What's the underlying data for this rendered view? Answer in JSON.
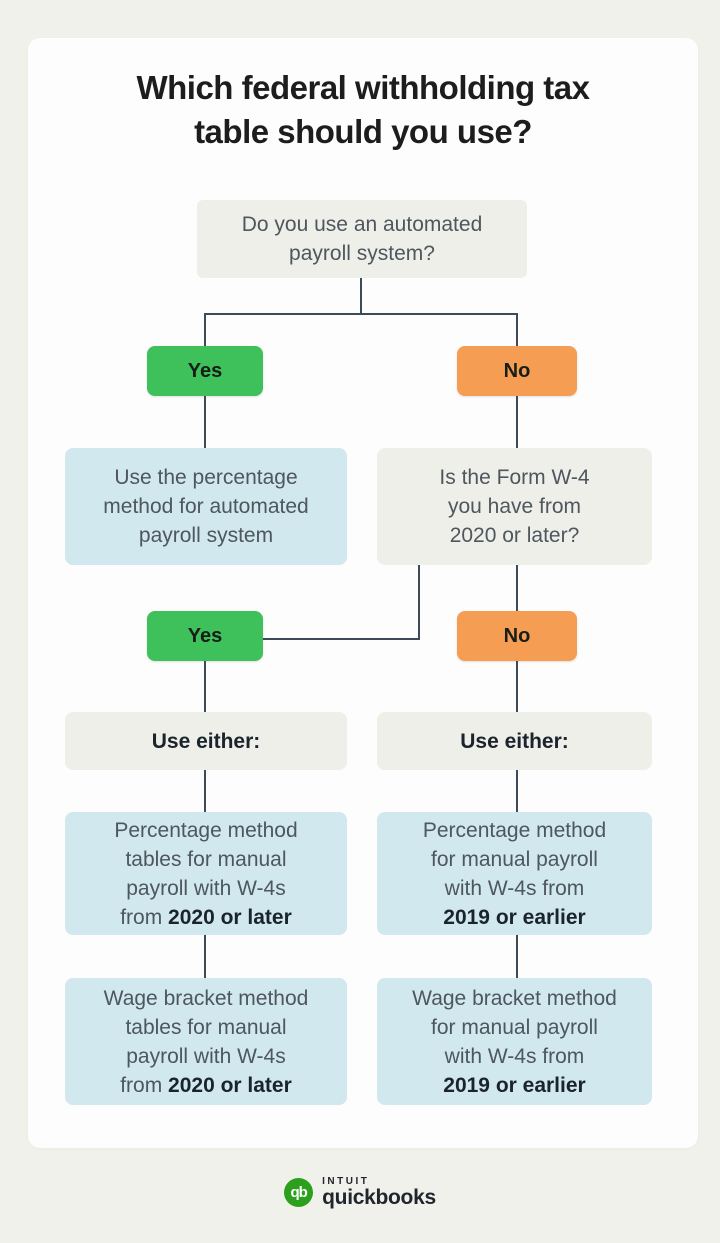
{
  "title": {
    "line1": "Which federal withholding tax",
    "line2": "table should you use?"
  },
  "flowchart": {
    "q_automated": {
      "line1": "Do you use an automated",
      "line2": "payroll system?"
    },
    "branch1": {
      "yes_label": "Yes",
      "no_label": "No"
    },
    "result_automated": {
      "line1": "Use the percentage",
      "line2": "method for automated",
      "line3": "payroll system"
    },
    "q_w4": {
      "line1": "Is the Form W-4",
      "line2": "you have from",
      "line3": "2020 or later?"
    },
    "branch2": {
      "yes_label": "Yes",
      "no_label": "No"
    },
    "use_either_left": "Use either:",
    "use_either_right": "Use either:",
    "percentage_2020": {
      "line1": "Percentage method",
      "line2": "tables for manual",
      "line3": "payroll with W-4s",
      "line4_prefix": "from ",
      "line4_bold": "2020 or later"
    },
    "wage_2020": {
      "line1": "Wage bracket method",
      "line2": "tables for manual",
      "line3": "payroll with W-4s",
      "line4_prefix": "from ",
      "line4_bold": "2020 or later"
    },
    "percentage_2019": {
      "line1": "Percentage method",
      "line2": "for manual payroll",
      "line3": "with W-4s from",
      "line4_prefix": "",
      "line4_bold": "2019 or earlier"
    },
    "wage_2019": {
      "line1": "Wage bracket method",
      "line2": "for manual payroll",
      "line3": "with W-4s from",
      "line4_prefix": "",
      "line4_bold": "2019 or earlier"
    }
  },
  "footer": {
    "brand_monogram": "qb",
    "brand_top": "INTUIT",
    "brand_bottom": "quickbooks"
  },
  "colors": {
    "page_bg": "#f1f1ec",
    "card_bg": "#fdfdfd",
    "yes_green": "#3ec15b",
    "no_orange": "#f59d52",
    "info_blue": "#d0e8ee",
    "neutral_gray": "#efefe9",
    "connector": "#3d4a57",
    "body_text": "#4e565e",
    "dark_text": "#1b242d",
    "title_text": "#1d1d1d",
    "brand_green": "#2ca01c",
    "brand_text": "#21262e"
  }
}
